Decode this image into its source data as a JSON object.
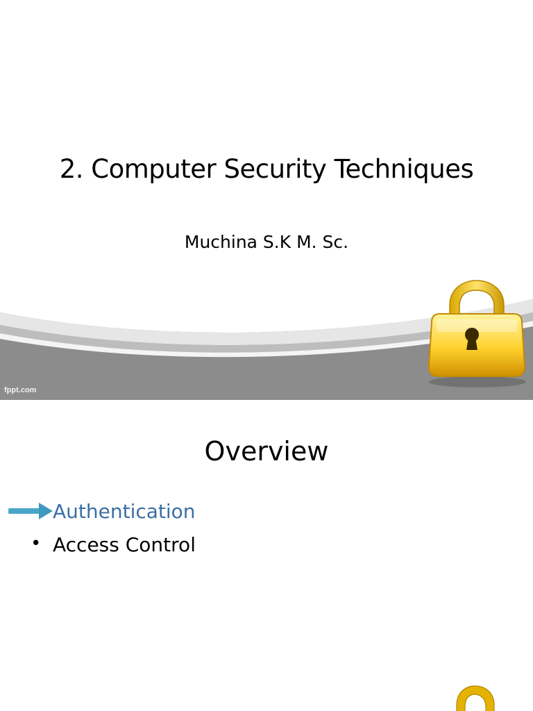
{
  "slides": [
    {
      "title": "2. Computer Security Techniques",
      "subtitle": "Muchina S.K M. Sc.",
      "watermark": "fppt.com"
    },
    {
      "title": "Overview",
      "bullets": [
        {
          "text": "Authentication",
          "marker": "arrow-icon",
          "color": "#3b6ea5"
        },
        {
          "text": "Access Control",
          "marker": "•",
          "color": "#000000"
        }
      ]
    }
  ]
}
